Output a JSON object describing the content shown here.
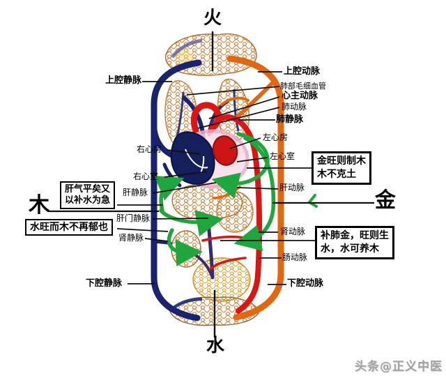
{
  "elements": {
    "fire": "火",
    "wood": "木",
    "metal": "金",
    "water": "水"
  },
  "labels": {
    "superior_vena_cava": "上腔静脉",
    "right_atrium": "右心房",
    "right_ventricle": "右心室",
    "hepatic_vein": "肝静脉",
    "hepatic_portal_vein": "肝门静脉",
    "renal_vein": "肾静脉",
    "inferior_vena_cava": "下腔静脉",
    "superior_artery": "上腔动脉",
    "pulmonary_capillaries": "肺部毛细血管",
    "heart_aorta": "心主动脉",
    "pulmonary_artery": "肺动脉",
    "pulmonary_vein": "肺静脉",
    "left_atrium": "左心房",
    "left_ventricle": "左心室",
    "hepatic_artery": "肝动脉",
    "renal_artery": "肾动脉",
    "intestinal_artery": "肠动脉",
    "inferior_artery": "下腔动脉"
  },
  "boxes": {
    "liver_qi": {
      "line1": "肝气平矣又",
      "line2": "以补水为急"
    },
    "water_wood": {
      "line1": "水旺而木不再郁也"
    },
    "metal_wood": {
      "line1": "金旺则制木",
      "line2": "木不克土"
    },
    "lung_metal": {
      "line1": "补肺金，旺则生",
      "line2": "水，水可养木"
    }
  },
  "watermark": {
    "text": "头条@正义中医"
  },
  "colors": {
    "artery_red": "#dd1512",
    "artery_orange": "#e2680f",
    "vein_navy": "#18246e",
    "portal_purple": "#372a72",
    "flow_green": "#1fa63c",
    "heart_pink": "#eeaac8",
    "heart_navy": "#151f5c",
    "heart_red": "#cc1515",
    "mesh_orange": "#c8813a",
    "mesh_yellow": "#d8a22e",
    "leader_black": "#101010",
    "watermark_gray": "#a3a3a3"
  }
}
